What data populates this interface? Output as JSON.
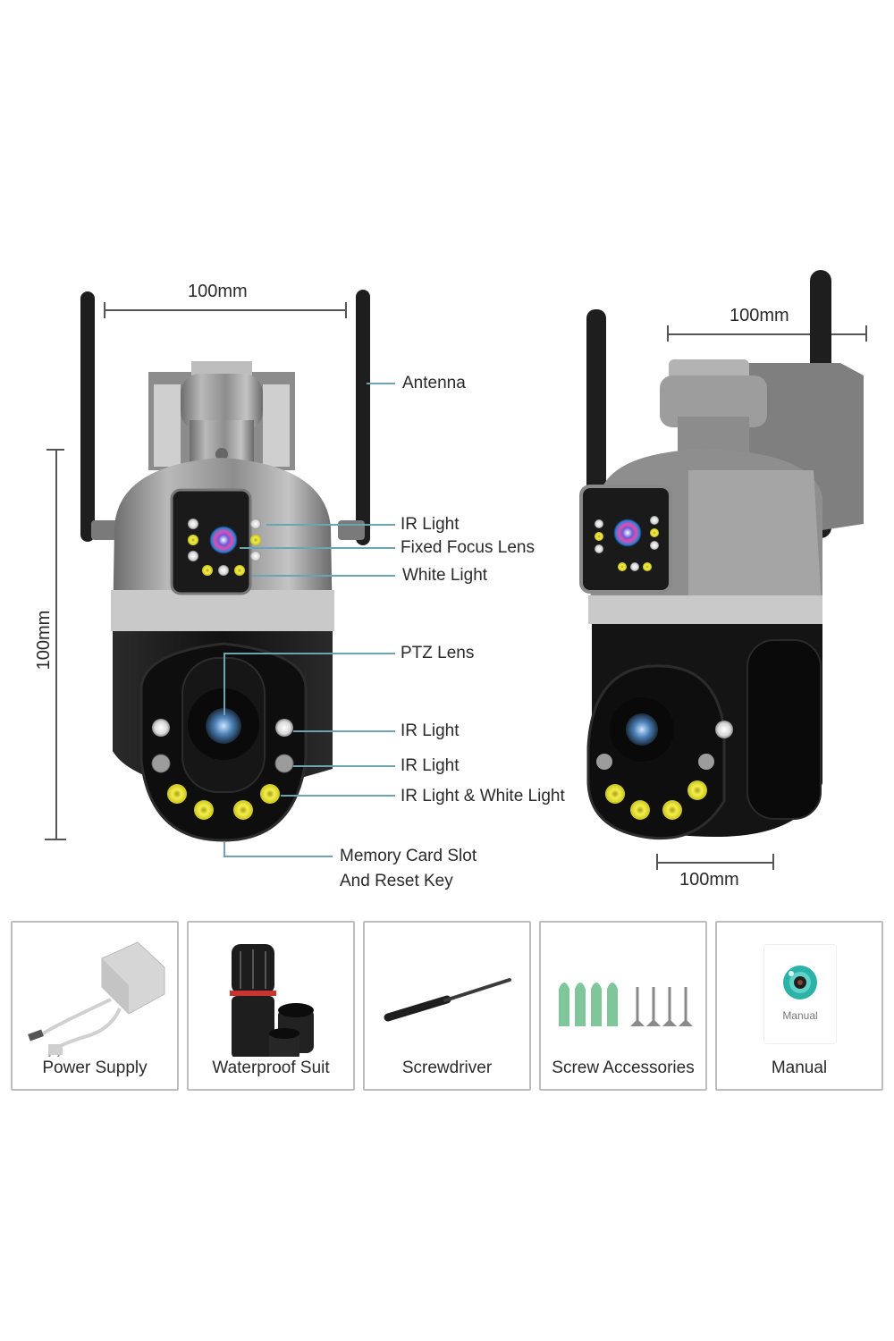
{
  "front_view": {
    "width_dimension": "100mm",
    "height_dimension": "100mm",
    "callouts": [
      {
        "label": "Antenna"
      },
      {
        "label": "IR Light"
      },
      {
        "label": "Fixed Focus Lens"
      },
      {
        "label": "White Light"
      },
      {
        "label": "PTZ Lens"
      },
      {
        "label": "IR Light"
      },
      {
        "label": "IR Light"
      },
      {
        "label": "IR Light & White Light"
      },
      {
        "label": "Memory Card Slot",
        "label_line2": "And Reset Key"
      }
    ]
  },
  "side_view": {
    "top_dimension": "100mm",
    "bottom_dimension": "100mm"
  },
  "accessories": [
    {
      "label": "Power Supply",
      "icon": "power-adapter-icon"
    },
    {
      "label": "Waterproof Suit",
      "icon": "waterproof-connector-icon"
    },
    {
      "label": "Screwdriver",
      "icon": "screwdriver-icon"
    },
    {
      "label": "Screw Accessories",
      "icon": "screws-anchors-icon"
    },
    {
      "label": "Manual",
      "icon": "manual-booklet-icon",
      "booklet_text": "Manual"
    }
  ],
  "colors": {
    "leader_line": "#6fa3b3",
    "dimension_line": "#555555",
    "camera_silver": "#9a9a9a",
    "camera_black": "#141414",
    "led_yellow": "#e6e23a",
    "box_border": "#bdbdbd",
    "manual_teal": "#2bb3a8"
  }
}
